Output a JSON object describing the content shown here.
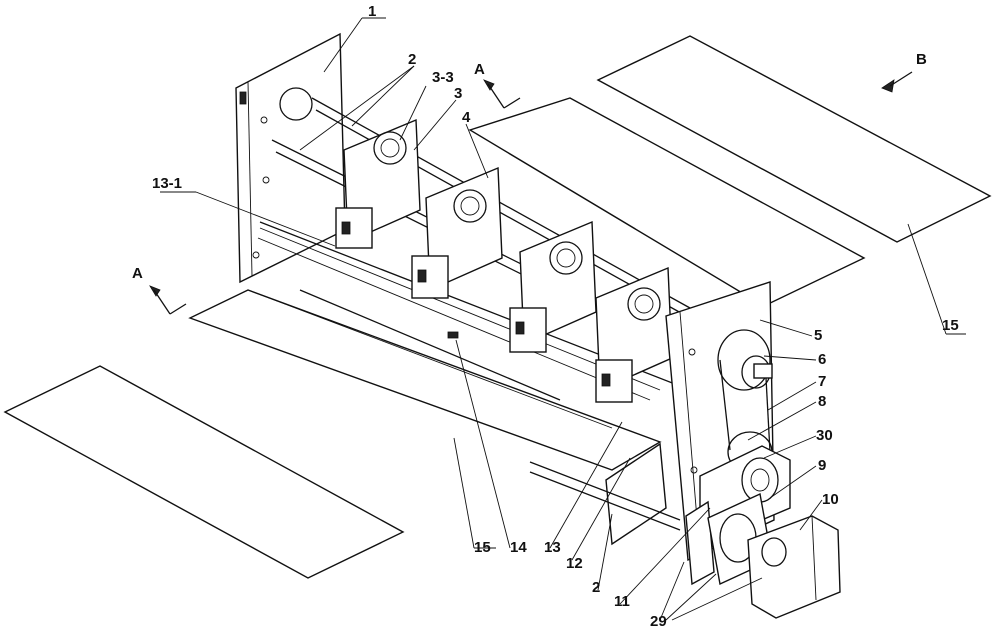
{
  "labels": {
    "l1": "1",
    "l2a": "2",
    "l33": "3-3",
    "l3": "3",
    "l4": "4",
    "l131": "13-1",
    "lA1": "A",
    "lA2": "A",
    "lB": "B",
    "l15a": "15",
    "l15b": "15",
    "l14": "14",
    "l13": "13",
    "l12": "12",
    "l2b": "2",
    "l11": "11",
    "l29": "29",
    "l5": "5",
    "l6": "6",
    "l7": "7",
    "l8": "8",
    "l30": "30",
    "l9": "9",
    "l10": "10"
  },
  "colors": {
    "stroke": "#111111",
    "background": "#ffffff"
  }
}
